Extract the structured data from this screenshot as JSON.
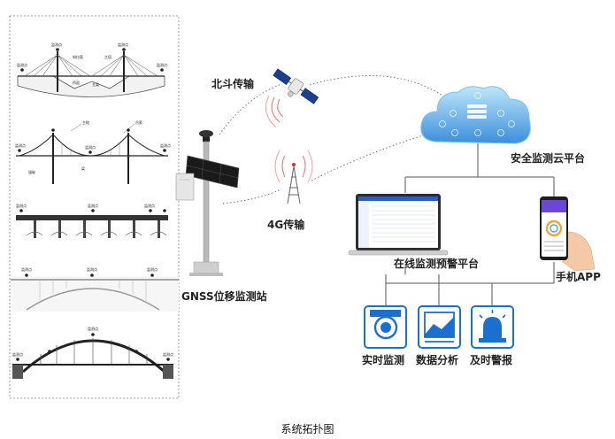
{
  "diagram": {
    "caption": "系统拓扑图",
    "nodes": {
      "beidou": "北斗传输",
      "g4": "4G传输",
      "gnss_station": "GNSS位移监测站",
      "cloud": "安全监测云平台",
      "platform": "在线监测预警平台",
      "app": "手机APP",
      "realtime": "实时监测",
      "analysis": "数据分析",
      "alarm": "及时警报"
    },
    "bridge_labels": {
      "station": "监测点",
      "tower": "主塔",
      "cable": "斜拉索",
      "girder": "主梁",
      "deck": "桥面",
      "main_cable": "主缆",
      "hanger": "吊索",
      "anchor": "锚碇",
      "beam": "梁"
    },
    "colors": {
      "accent_blue": "#1b6fd1",
      "cloud_light": "#9fd3f5",
      "line_gray": "#555555"
    }
  }
}
